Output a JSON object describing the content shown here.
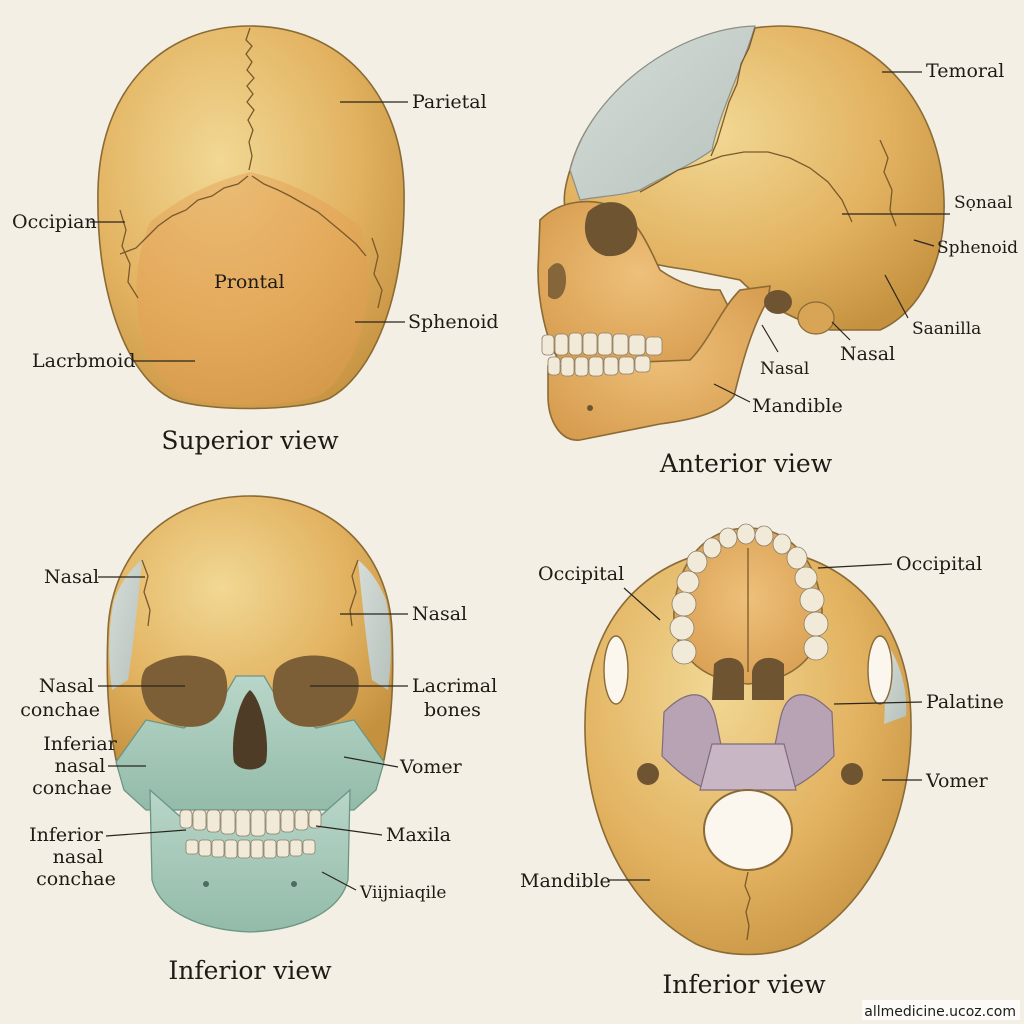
{
  "panels": [
    {
      "id": "superior",
      "title": "Superior view",
      "labels": [
        "Parietal",
        "Occipian",
        "Prontal",
        "Sphenoid",
        "Lacrbmoid"
      ]
    },
    {
      "id": "anterior",
      "title": "Anterior view",
      "labels": [
        "Temoral",
        "Sọnaal",
        "Sphenoid",
        "Saanilla",
        "Nasal",
        "Nasal",
        "Mandible"
      ]
    },
    {
      "id": "inferior-front",
      "title": "Inferior view",
      "labels": [
        "Nasal",
        "Nasal",
        "Nasal",
        "conchae",
        "Lacrimal",
        "bones",
        "Inferiar",
        "nasal",
        "conchae",
        "Vomer",
        "Inferior",
        "nasal",
        "conchae",
        "Maxila",
        "Viijniaqile"
      ]
    },
    {
      "id": "inferior-base",
      "title": "Inferior view",
      "labels": [
        "Occipital",
        "Occipital",
        "Palatine",
        "Vomer",
        "Mandible"
      ]
    }
  ],
  "watermark": "allmedicine.ucoz.com",
  "colors": {
    "background": "#f3efe4",
    "bone": "#e2b260",
    "bone_light": "#eed28f",
    "bone_shadow": "#c4913f",
    "mint": "#a8cbbd",
    "grey_blue": "#c8d1ca",
    "lilac": "#b7a3b4"
  }
}
